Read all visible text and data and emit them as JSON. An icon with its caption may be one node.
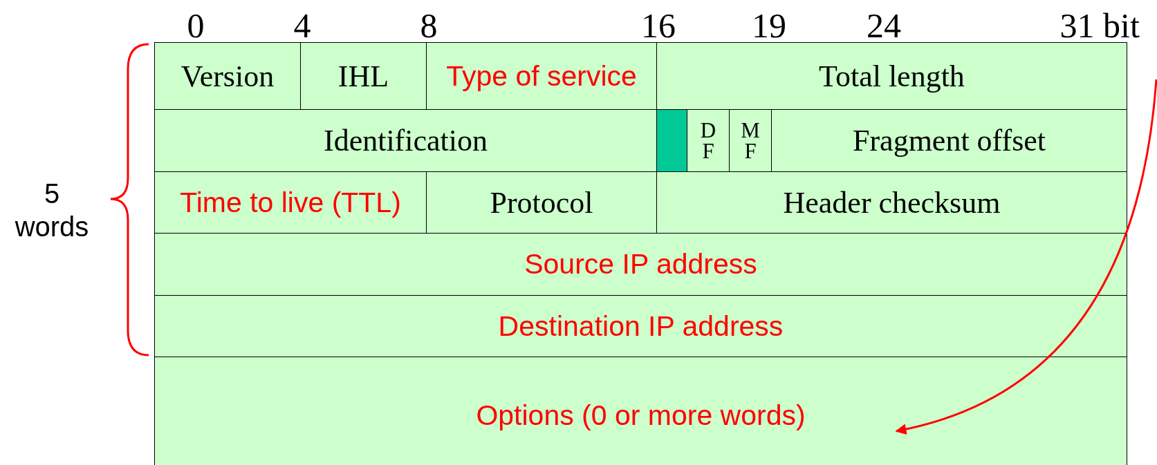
{
  "diagram": {
    "nodes": [
      {
        "text": [
          "Version"
        ]
      },
      {
        "text": [
          "IHL"
        ]
      },
      {
        "text": [
          "Type of service"
        ]
      },
      {
        "text": [
          "Total length"
        ]
      },
      {
        "text": [
          "Identification"
        ]
      },
      {
        "text": [],
        "shape": "box"
      },
      {
        "text": [
          "D F"
        ]
      },
      {
        "text": [
          "M F"
        ]
      },
      {
        "text": [
          "Fragment offset"
        ]
      },
      {
        "text": [
          "Time to live (TTL)"
        ]
      },
      {
        "text": [
          "Protocol"
        ]
      },
      {
        "text": [
          "Header checksum"
        ]
      },
      {
        "text": [
          "Source IP address"
        ]
      },
      {
        "text": [
          "Destination IP address"
        ]
      },
      {
        "text": [
          "Options (0 or more words)"
        ]
      }
    ],
    "edges": [
      {
        "from": null,
        "to": 14,
        "arrow": "to",
        "color": "#ff0000"
      }
    ],
    "labels": [
      "0",
      "4",
      "8",
      "16",
      "19",
      "24",
      "31 bit",
      "5 words"
    ]
  }
}
